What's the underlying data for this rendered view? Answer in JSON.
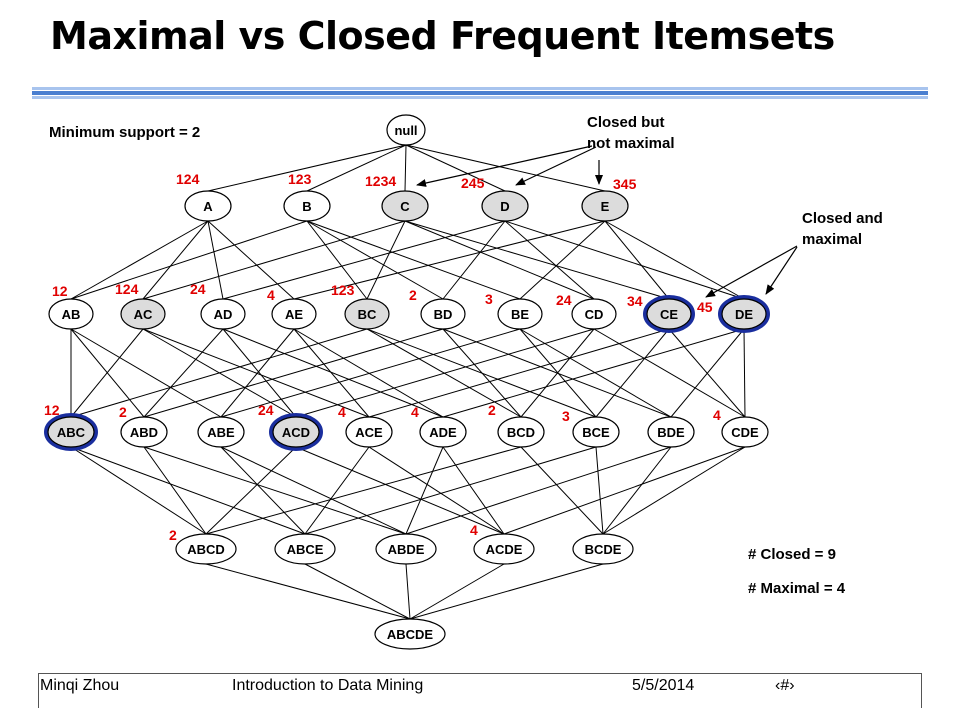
{
  "slide": {
    "title": "Maximal vs Closed Frequent Itemsets",
    "min_support": "Minimum support = 2",
    "closed_not_maximal": [
      "Closed but",
      "not maximal"
    ],
    "closed_and_maximal": [
      "Closed and",
      "maximal"
    ],
    "closed_count": "# Closed = 9",
    "maximal_count": "# Maximal = 4"
  },
  "footer": {
    "author": "Minqi Zhou",
    "course": "Introduction to Data Mining",
    "date": "5/5/2014",
    "page": "‹#›"
  },
  "colors": {
    "closed_fill": "#dcdcdc",
    "maximal_ring": "#1a2e9e",
    "support_text": "#e00000",
    "header_rule_blue": "#4a7fd0",
    "header_rule_light": "#a8c4ee"
  },
  "lattice": {
    "nodes": [
      {
        "id": "null",
        "label": "null",
        "level": 0,
        "closed": false,
        "maximal": false
      },
      {
        "id": "A",
        "label": "A",
        "level": 1,
        "tids": "124",
        "closed": false,
        "maximal": false
      },
      {
        "id": "B",
        "label": "B",
        "level": 1,
        "tids": "123",
        "closed": false,
        "maximal": false
      },
      {
        "id": "C",
        "label": "C",
        "level": 1,
        "tids": "1234",
        "closed": true,
        "maximal": false
      },
      {
        "id": "D",
        "label": "D",
        "level": 1,
        "tids": "245",
        "closed": true,
        "maximal": false
      },
      {
        "id": "E",
        "label": "E",
        "level": 1,
        "tids": "345",
        "closed": true,
        "maximal": false
      },
      {
        "id": "AB",
        "label": "AB",
        "level": 2,
        "tids": "12",
        "closed": false,
        "maximal": false
      },
      {
        "id": "AC",
        "label": "AC",
        "level": 2,
        "tids": "124",
        "closed": true,
        "maximal": false
      },
      {
        "id": "AD",
        "label": "AD",
        "level": 2,
        "tids": "24",
        "closed": false,
        "maximal": false
      },
      {
        "id": "AE",
        "label": "AE",
        "level": 2,
        "tids": "4",
        "closed": false,
        "maximal": false
      },
      {
        "id": "BC",
        "label": "BC",
        "level": 2,
        "tids": "123",
        "closed": true,
        "maximal": false
      },
      {
        "id": "BD",
        "label": "BD",
        "level": 2,
        "tids": "2",
        "closed": false,
        "maximal": false
      },
      {
        "id": "BE",
        "label": "BE",
        "level": 2,
        "tids": "3",
        "closed": false,
        "maximal": false
      },
      {
        "id": "CD",
        "label": "CD",
        "level": 2,
        "tids": "24",
        "closed": false,
        "maximal": false
      },
      {
        "id": "CE",
        "label": "CE",
        "level": 2,
        "tids": "34",
        "closed": true,
        "maximal": true
      },
      {
        "id": "DE",
        "label": "DE",
        "level": 2,
        "tids": "45",
        "closed": true,
        "maximal": true
      },
      {
        "id": "ABC",
        "label": "ABC",
        "level": 3,
        "tids": "12",
        "closed": true,
        "maximal": true
      },
      {
        "id": "ABD",
        "label": "ABD",
        "level": 3,
        "tids": "2",
        "closed": false,
        "maximal": false
      },
      {
        "id": "ABE",
        "label": "ABE",
        "level": 3,
        "closed": false,
        "maximal": false
      },
      {
        "id": "ACD",
        "label": "ACD",
        "level": 3,
        "tids": "24",
        "closed": true,
        "maximal": true
      },
      {
        "id": "ACE",
        "label": "ACE",
        "level": 3,
        "tids": "4",
        "closed": false,
        "maximal": false
      },
      {
        "id": "ADE",
        "label": "ADE",
        "level": 3,
        "tids": "4",
        "closed": false,
        "maximal": false
      },
      {
        "id": "BCD",
        "label": "BCD",
        "level": 3,
        "tids": "2",
        "closed": false,
        "maximal": false
      },
      {
        "id": "BCE",
        "label": "BCE",
        "level": 3,
        "tids": "3",
        "closed": false,
        "maximal": false
      },
      {
        "id": "BDE",
        "label": "BDE",
        "level": 3,
        "closed": false,
        "maximal": false
      },
      {
        "id": "CDE",
        "label": "CDE",
        "level": 3,
        "tids": "4",
        "closed": false,
        "maximal": false
      },
      {
        "id": "ABCD",
        "label": "ABCD",
        "level": 4,
        "tids": "2",
        "closed": false,
        "maximal": false
      },
      {
        "id": "ABCE",
        "label": "ABCE",
        "level": 4,
        "closed": false,
        "maximal": false
      },
      {
        "id": "ABDE",
        "label": "ABDE",
        "level": 4,
        "closed": false,
        "maximal": false
      },
      {
        "id": "ACDE",
        "label": "ACDE",
        "level": 4,
        "tids": "4",
        "closed": false,
        "maximal": false
      },
      {
        "id": "BCDE",
        "label": "BCDE",
        "level": 4,
        "closed": false,
        "maximal": false
      },
      {
        "id": "ABCDE",
        "label": "ABCDE",
        "level": 5,
        "closed": false,
        "maximal": false
      }
    ]
  }
}
